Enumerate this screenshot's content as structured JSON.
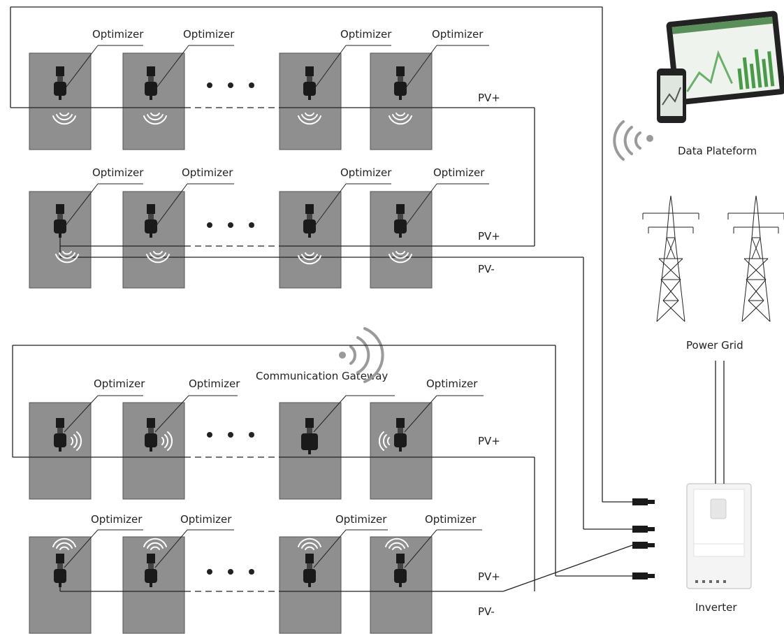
{
  "labels": {
    "optimizer": "Optimizer",
    "pv_plus": "PV+",
    "pv_minus": "PV-",
    "gateway": "Communication Gateway",
    "data_platform": "Data Plateform",
    "power_grid": "Power Grid",
    "inverter": "Inverter"
  },
  "rows": [
    {
      "optimizer_labels": [
        "Optimizer",
        "Optimizer",
        "Optimizer",
        "Optimizer"
      ],
      "terminals": [
        "PV+"
      ]
    },
    {
      "optimizer_labels": [
        "Optimizer",
        "Optimizer",
        "Optimizer",
        "Optimizer"
      ],
      "terminals": [
        "PV+",
        "PV-"
      ]
    },
    {
      "optimizer_labels": [
        "Optimizer",
        "Optimizer",
        "Communication Gateway",
        "Optimizer"
      ],
      "terminals": [
        "PV+"
      ]
    },
    {
      "optimizer_labels": [
        "Optimizer",
        "Optimizer",
        "Optimizer",
        "Optimizer"
      ],
      "terminals": [
        "PV+",
        "PV-"
      ]
    }
  ],
  "colors": {
    "panel": "#8f8f8f",
    "line": "#222222",
    "wireless": "#9a9a9a"
  }
}
